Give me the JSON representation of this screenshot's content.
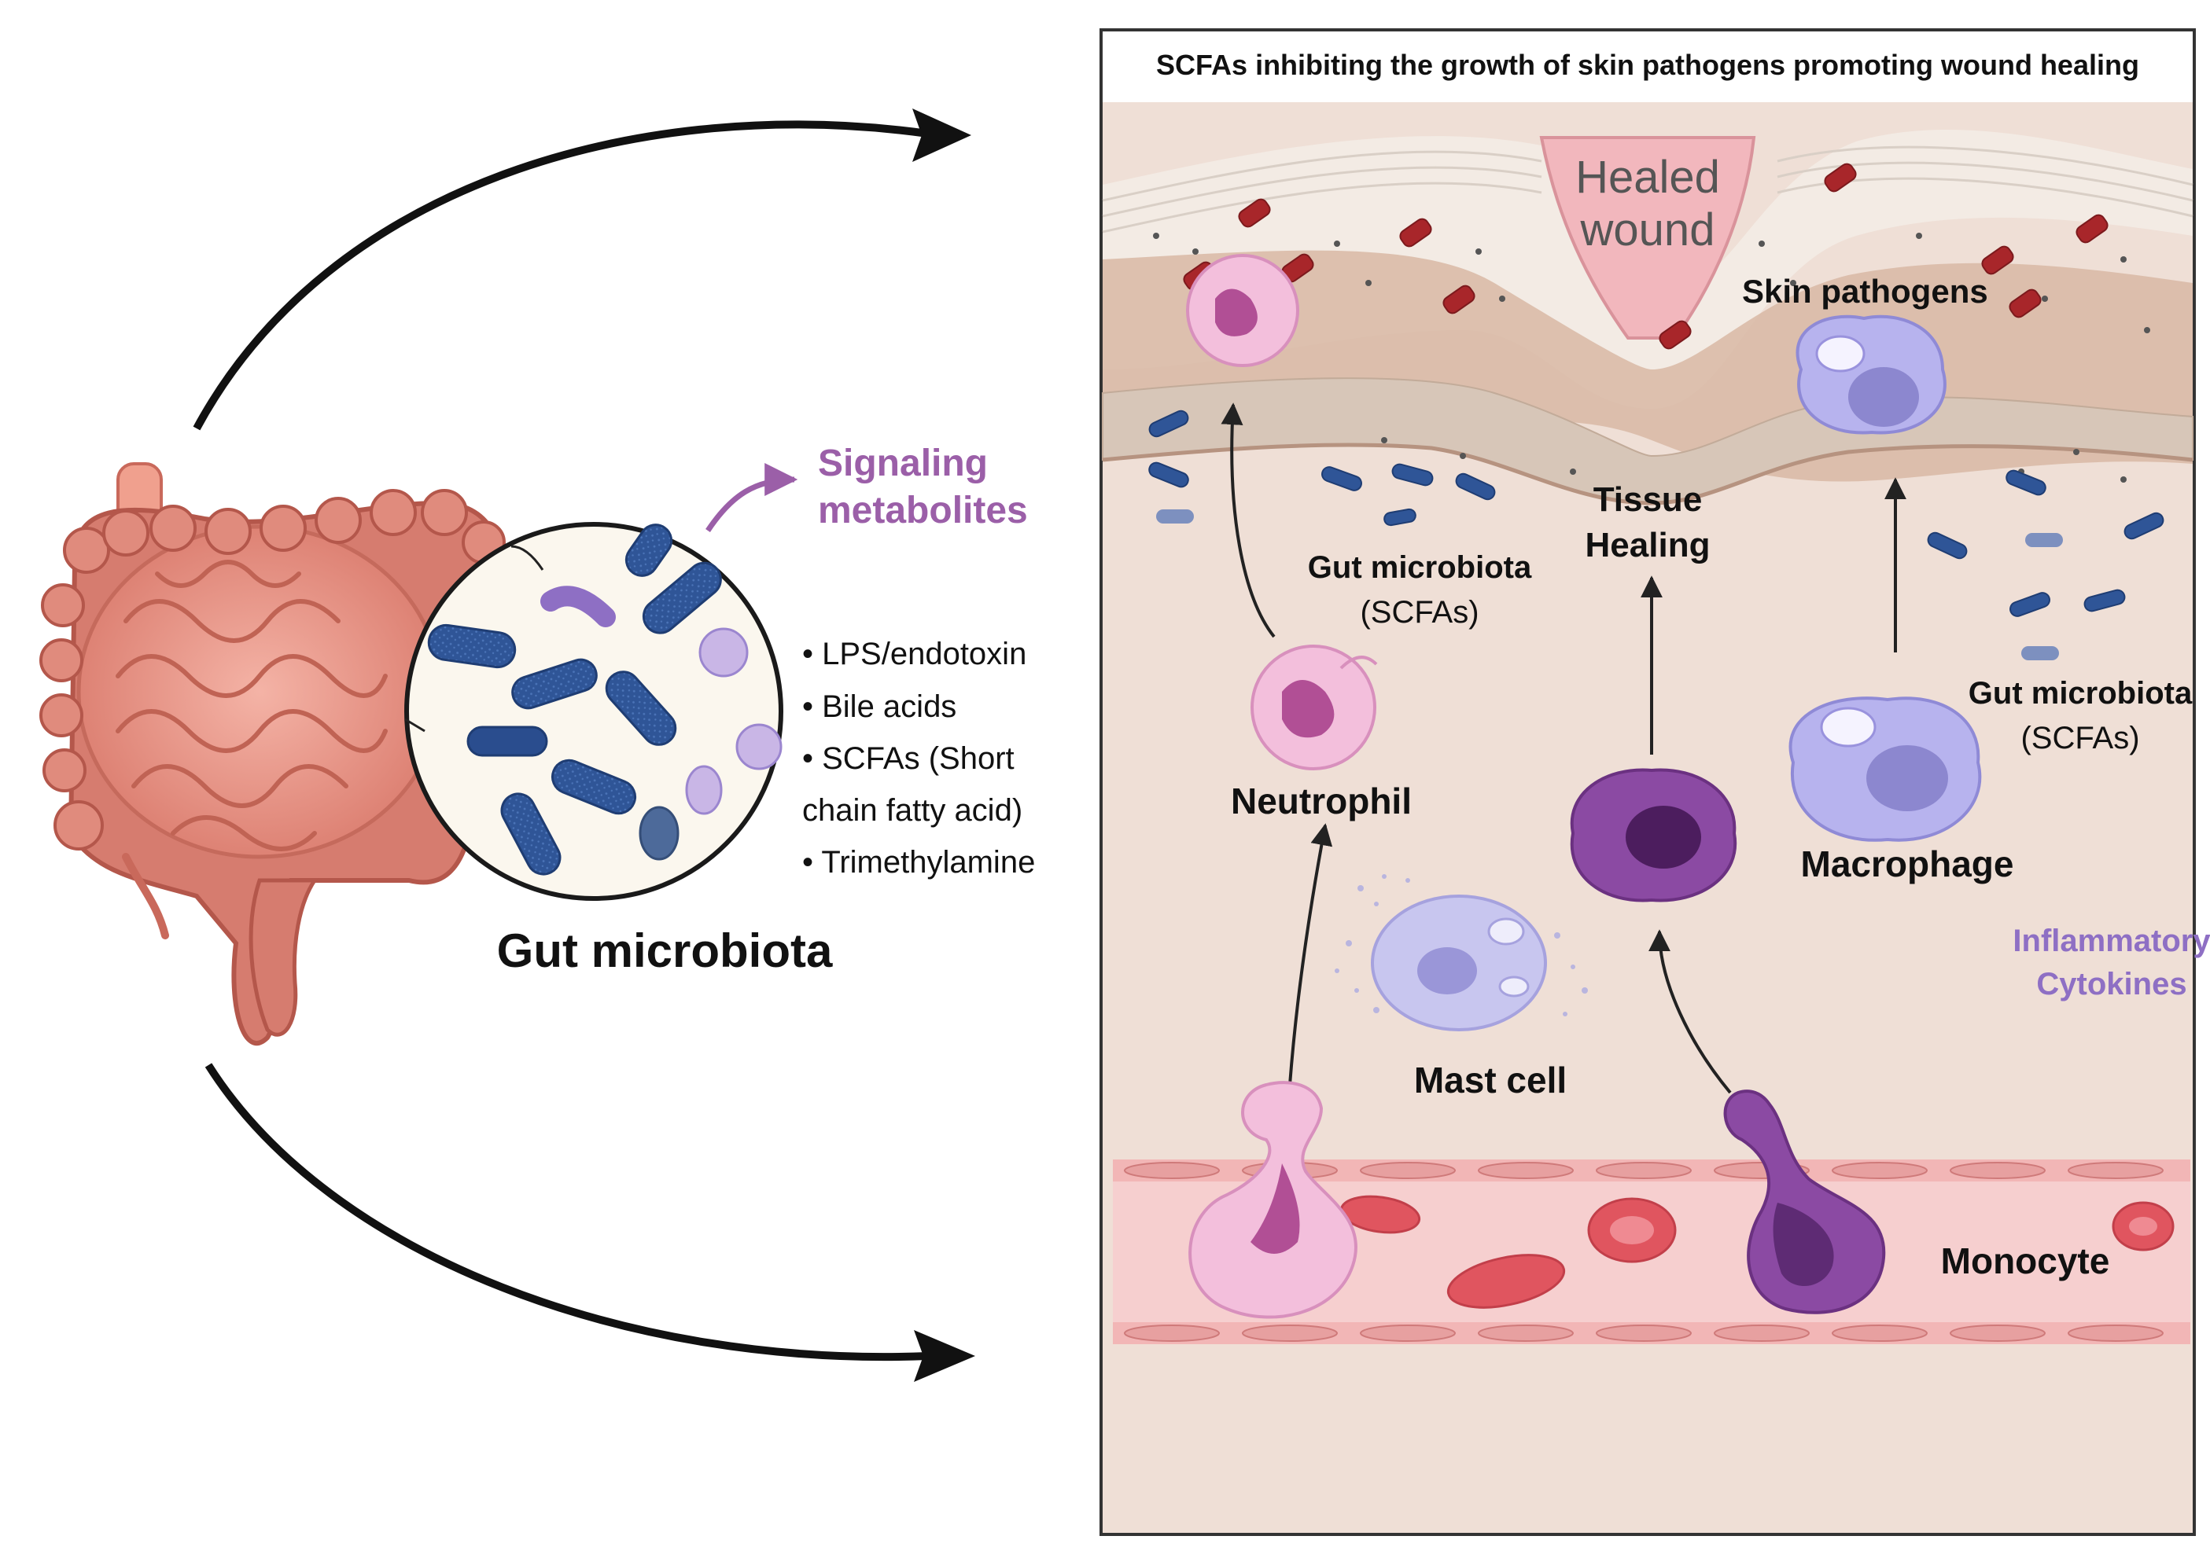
{
  "left": {
    "signaling_label": [
      "Signaling",
      "metabolites"
    ],
    "metabolites": [
      "• LPS/endotoxin",
      "• Bile acids",
      "• SCFAs (Short",
      "chain fatty acid)",
      "• Trimethylamine"
    ],
    "gut_label": "Gut microbiota"
  },
  "panel": {
    "title": "SCFAs inhibiting the growth of skin pathogens promoting wound healing",
    "healed_wound": [
      "Healed",
      "wound"
    ],
    "skin_pathogens": "Skin pathogens",
    "gut_scfa_left": [
      "Gut microbiota",
      "(SCFAs)"
    ],
    "gut_scfa_right": [
      "Gut microbiota",
      "(SCFAs)"
    ],
    "tissue_healing": [
      "Tissue",
      "Healing"
    ],
    "neutrophil": "Neutrophil",
    "macrophage": "Macrophage",
    "mast_cell": "Mast cell",
    "monocyte": "Monocyte",
    "inflammatory": [
      "Inflammatory",
      "Cytokines"
    ]
  },
  "colors": {
    "arrow": "#111111",
    "accent_purple": "#9b5fa8",
    "cytokine_purple": "#8e6fc4",
    "skin_bg": "#f0dfd7",
    "bacteria_blue": "#2f5597",
    "pathogen_red": "#a8262a",
    "vessel_pink": "#f6cfcf"
  }
}
